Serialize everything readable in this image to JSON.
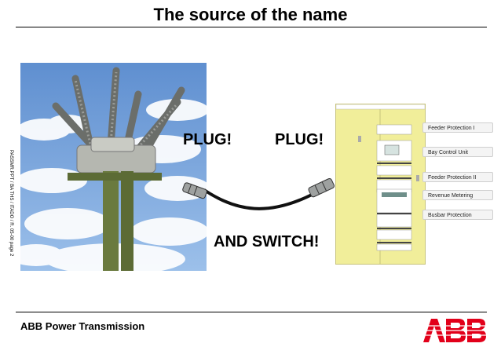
{
  "slide": {
    "title": "The source of the name",
    "side_text": "PASSMR.PPT / BA THS / ITADO / R. 05-00 page 2",
    "footer_brand": "ABB Power Transmission",
    "logo_text": "ABB"
  },
  "callouts": {
    "plug_left": "PLUG!",
    "plug_right": "PLUG!",
    "switch": "AND SWITCH!"
  },
  "cabinet_labels": [
    "Feeder Protection I",
    "Bay Control Unit",
    "Feeder Protection II",
    "Revenue Metering",
    "Busbar Protection"
  ],
  "colors": {
    "cabinet": "#f1ee9a",
    "logo_red": "#e2001a"
  }
}
